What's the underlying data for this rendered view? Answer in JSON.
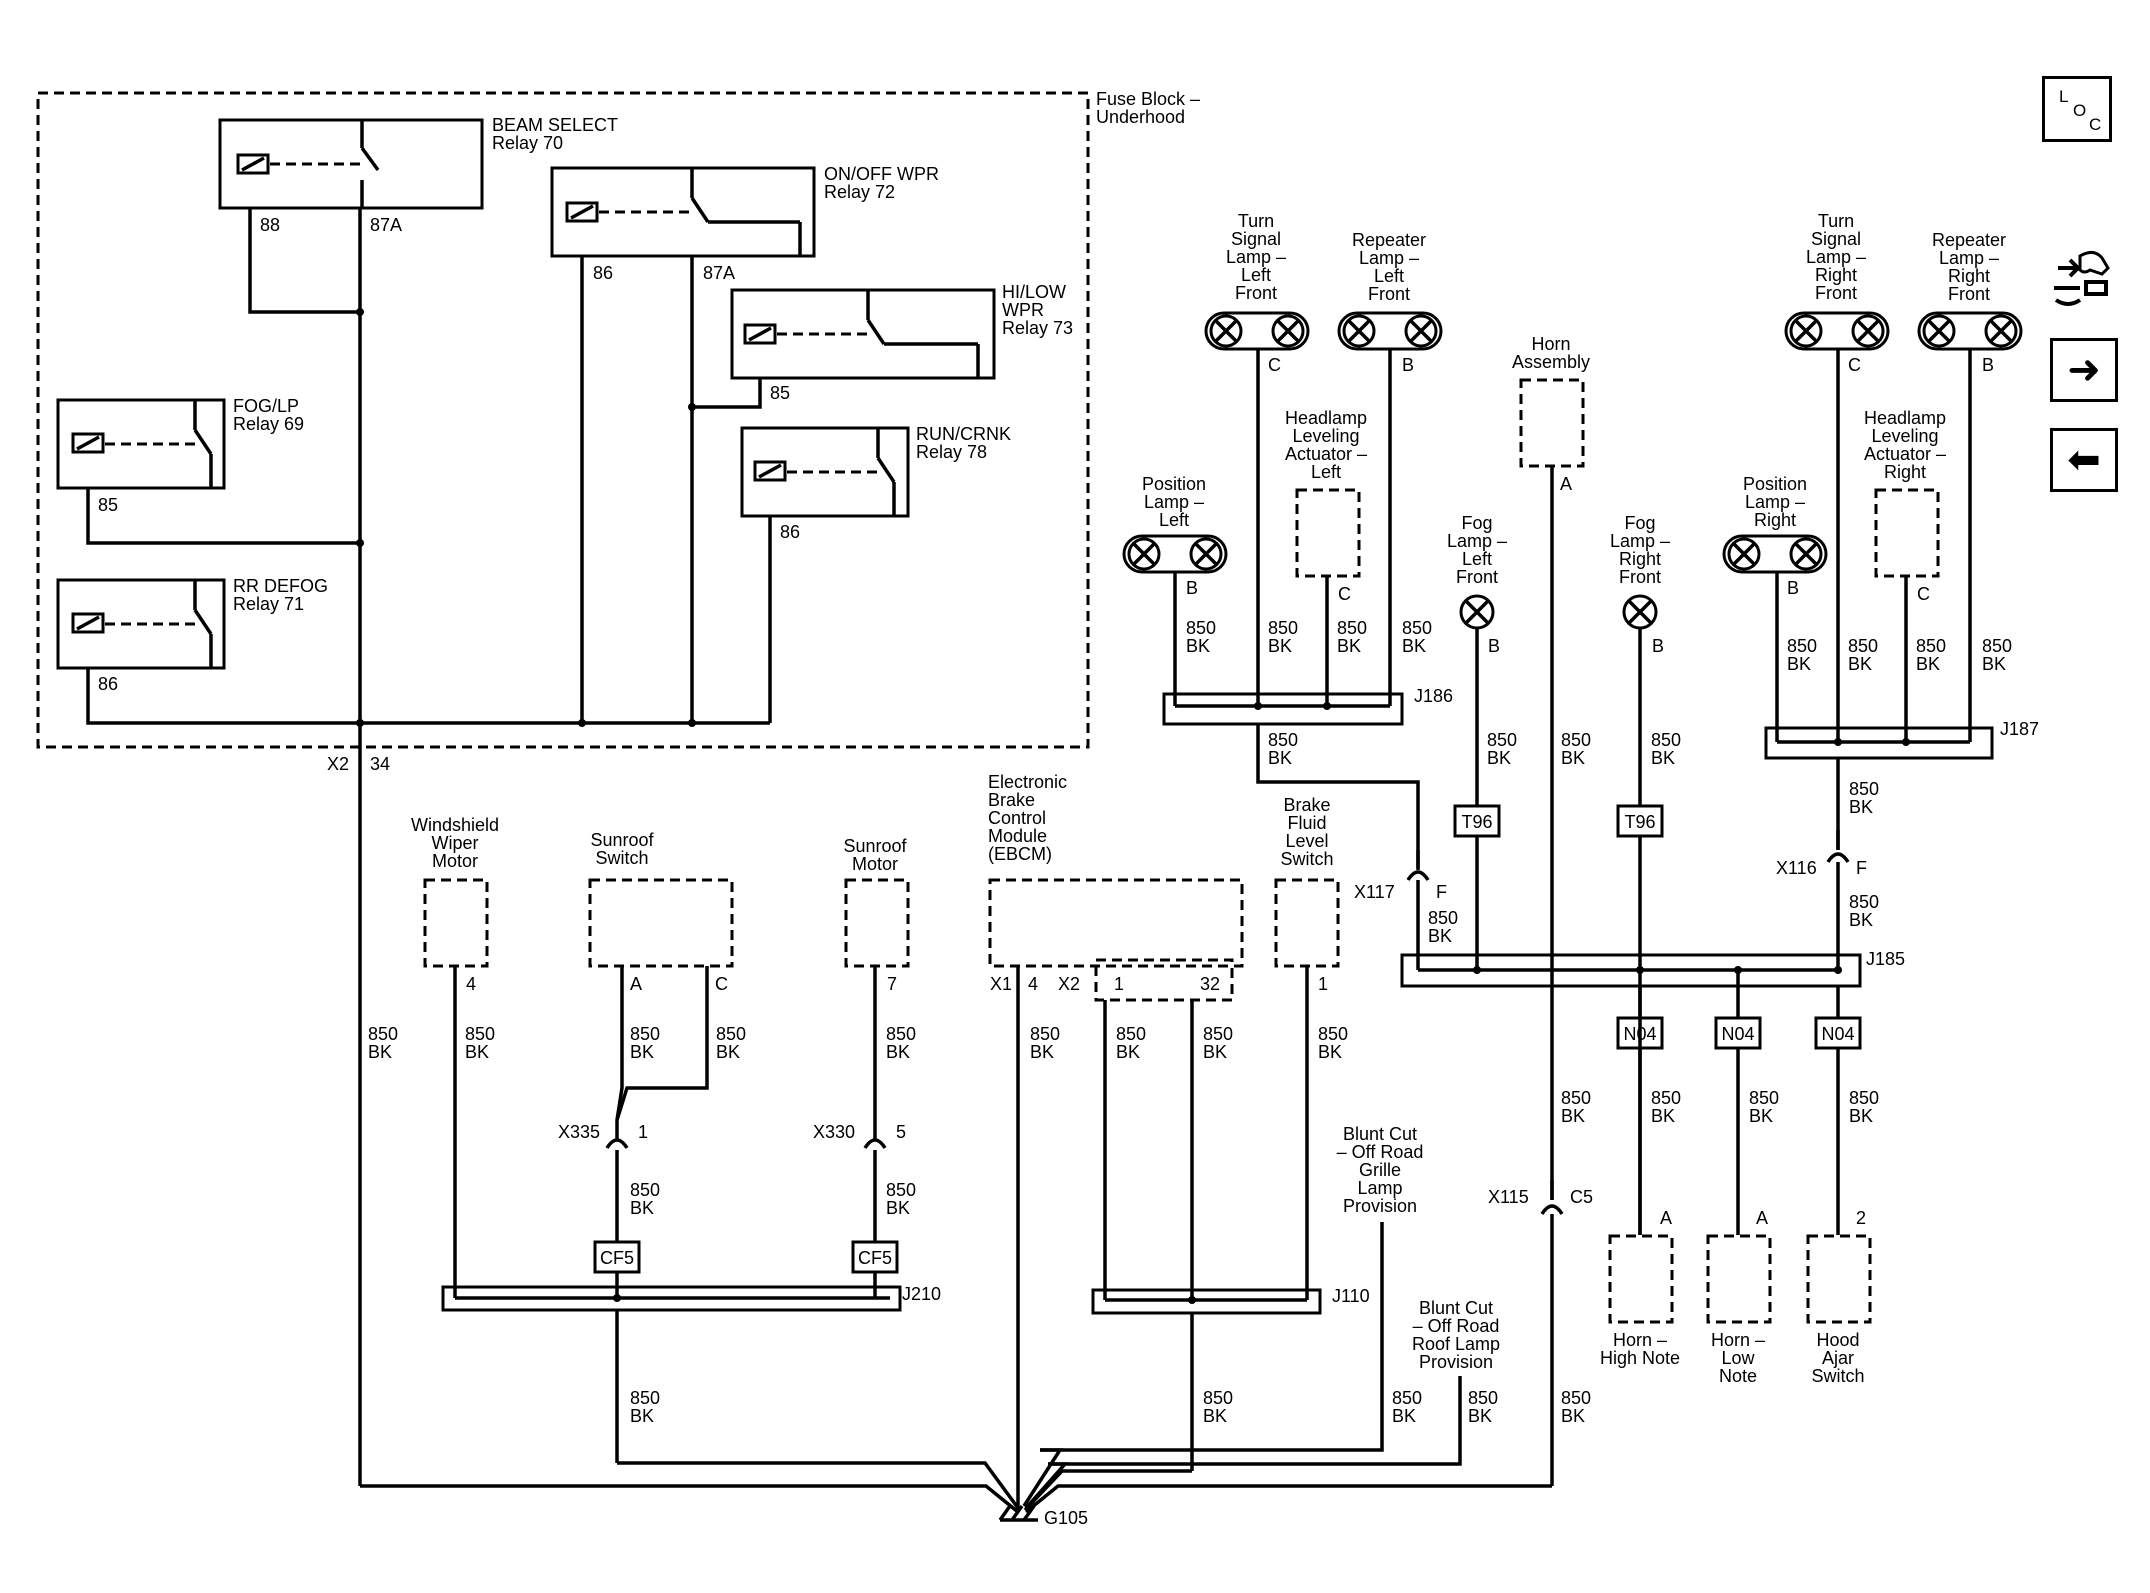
{
  "fuse_block": {
    "title1": "Fuse Block –",
    "title2": "Underhood"
  },
  "relays": {
    "beam_select": {
      "name": "BEAM SELECT",
      "num": "Relay 70",
      "pin_a": "88",
      "pin_b": "87A"
    },
    "onoff_wpr": {
      "name": "ON/OFF WPR",
      "num": "Relay 72",
      "pin_a": "86",
      "pin_b": "87A"
    },
    "hilow_wpr": {
      "l1": "HI/LOW",
      "l2": "WPR",
      "num": "Relay 73",
      "pin": "85"
    },
    "fog_lp": {
      "name": "FOG/LP",
      "num": "Relay 69",
      "pin": "85"
    },
    "run_crnk": {
      "name": "RUN/CRNK",
      "num": "Relay 78",
      "pin": "86"
    },
    "rr_defog": {
      "name": "RR DEFOG",
      "num": "Relay 71",
      "pin": "86"
    }
  },
  "connector_x2": {
    "name": "X2",
    "pin": "34"
  },
  "wire": {
    "gauge": "850",
    "color": "BK"
  },
  "components": {
    "wiper_motor": {
      "l1": "Windshield",
      "l2": "Wiper",
      "l3": "Motor",
      "pin": "4"
    },
    "sunroof_switch": {
      "l1": "Sunroof",
      "l2": "Switch",
      "pin_a": "A",
      "pin_c": "C"
    },
    "sunroof_motor": {
      "l1": "Sunroof",
      "l2": "Motor",
      "pin": "7"
    },
    "ebcm": {
      "l1": "Electronic",
      "l2": "Brake",
      "l3": "Control",
      "l4": "Module",
      "l5": "(EBCM)",
      "x1": "X1",
      "x1_pin": "4",
      "x2": "X2",
      "x2_pin1": "1",
      "x2_pin2": "32"
    },
    "brake_fluid": {
      "l1": "Brake",
      "l2": "Fluid",
      "l3": "Level",
      "l4": "Switch",
      "pin": "1"
    },
    "turn_left": {
      "l1": "Turn",
      "l2": "Signal",
      "l3": "Lamp –",
      "l4": "Left",
      "l5": "Front",
      "pin": "C"
    },
    "repeater_left": {
      "l1": "Repeater",
      "l2": "Lamp –",
      "l3": "Left",
      "l4": "Front",
      "pin": "B"
    },
    "position_left": {
      "l1": "Position",
      "l2": "Lamp –",
      "l3": "Left",
      "pin": "B"
    },
    "headlamp_left": {
      "l1": "Headlamp",
      "l2": "Leveling",
      "l3": "Actuator –",
      "l4": "Left",
      "pin": "C"
    },
    "horn": {
      "l1": "Horn",
      "l2": "Assembly",
      "pin": "A"
    },
    "fog_left": {
      "l1": "Fog",
      "l2": "Lamp –",
      "l3": "Left",
      "l4": "Front",
      "pin": "B"
    },
    "fog_right": {
      "l1": "Fog",
      "l2": "Lamp –",
      "l3": "Right",
      "l4": "Front",
      "pin": "B"
    },
    "turn_right": {
      "l1": "Turn",
      "l2": "Signal",
      "l3": "Lamp –",
      "l4": "Right",
      "l5": "Front",
      "pin": "C"
    },
    "repeater_right": {
      "l1": "Repeater",
      "l2": "Lamp –",
      "l3": "Right",
      "l4": "Front",
      "pin": "B"
    },
    "position_right": {
      "l1": "Position",
      "l2": "Lamp –",
      "l3": "Right",
      "pin": "B"
    },
    "headlamp_right": {
      "l1": "Headlamp",
      "l2": "Leveling",
      "l3": "Actuator –",
      "l4": "Right",
      "pin": "C"
    },
    "horn_high": {
      "l1": "Horn –",
      "l2": "High Note",
      "pin": "A"
    },
    "horn_low": {
      "l1": "Horn –",
      "l2": "Low",
      "l3": "Note",
      "pin": "A"
    },
    "hood_ajar": {
      "l1": "Hood",
      "l2": "Ajar",
      "l3": "Switch",
      "pin": "2"
    },
    "blunt_grille": {
      "l1": "Blunt Cut",
      "l2": "– Off Road",
      "l3": "Grille",
      "l4": "Lamp",
      "l5": "Provision"
    },
    "blunt_roof": {
      "l1": "Blunt Cut",
      "l2": "– Off Road",
      "l3": "Roof Lamp",
      "l4": "Provision"
    }
  },
  "splices": {
    "j186": "J186",
    "j187": "J187",
    "j185": "J185",
    "j210": "J210",
    "j110": "J110"
  },
  "connectors": {
    "x335": "X335",
    "x335_pin": "1",
    "x330": "X330",
    "x330_pin": "5",
    "x117": "X117",
    "x117_pin": "F",
    "x116": "X116",
    "x116_pin": "F",
    "x115": "X115",
    "x115_pin": "C5"
  },
  "tags": {
    "t96": "T96",
    "n04": "N04",
    "cf5": "CF5"
  },
  "ground": "G105",
  "side_nav": {
    "loc_l": "L",
    "loc_o": "O",
    "loc_c": "C",
    "arrow_right": "➜",
    "arrow_left": "⬅"
  }
}
